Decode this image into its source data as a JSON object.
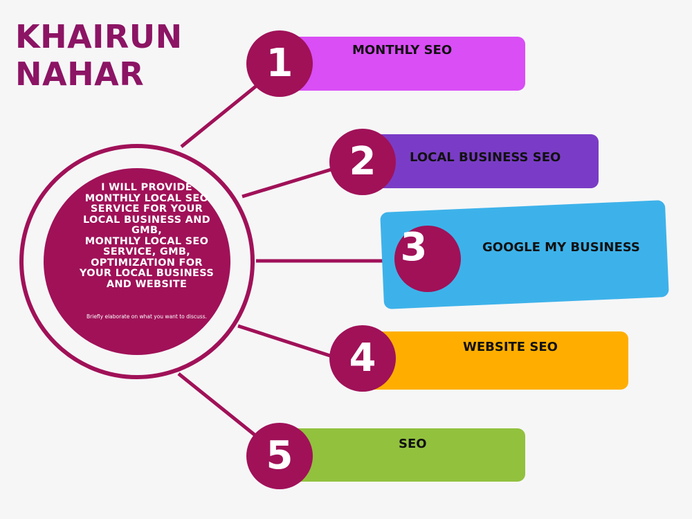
{
  "header": {
    "title_line1": "KHAIRUN",
    "title_line2": "NAHAR"
  },
  "hub": {
    "lines": [
      "I WILL PROVIDE",
      "MONTHLY LOCAL SEO",
      "SERVICE FOR YOUR",
      "LOCAL BUSINESS AND",
      "GMB,",
      "MONTHLY LOCAL SEO",
      "SERVICE, GMB,",
      "OPTIMIZATION FOR",
      "YOUR LOCAL BUSINESS",
      "AND WEBSITE"
    ],
    "subtext": "Briefly elaborate on what you want to discuss."
  },
  "items": [
    {
      "number": "1",
      "label": "MONTHLY SEO",
      "color": "#d94ef5"
    },
    {
      "number": "2",
      "label": "LOCAL BUSINESS SEO",
      "color": "#7a3cc6"
    },
    {
      "number": "3",
      "label": "GOOGLE MY BUSINESS",
      "color": "#3db2ea"
    },
    {
      "number": "4",
      "label": "WEBSITE SEO",
      "color": "#ffae00"
    },
    {
      "number": "5",
      "label": "SEO",
      "color": "#92c13e"
    }
  ],
  "colors": {
    "accent": "#a01158",
    "title": "#8c1464",
    "background": "#f6f6f7"
  }
}
